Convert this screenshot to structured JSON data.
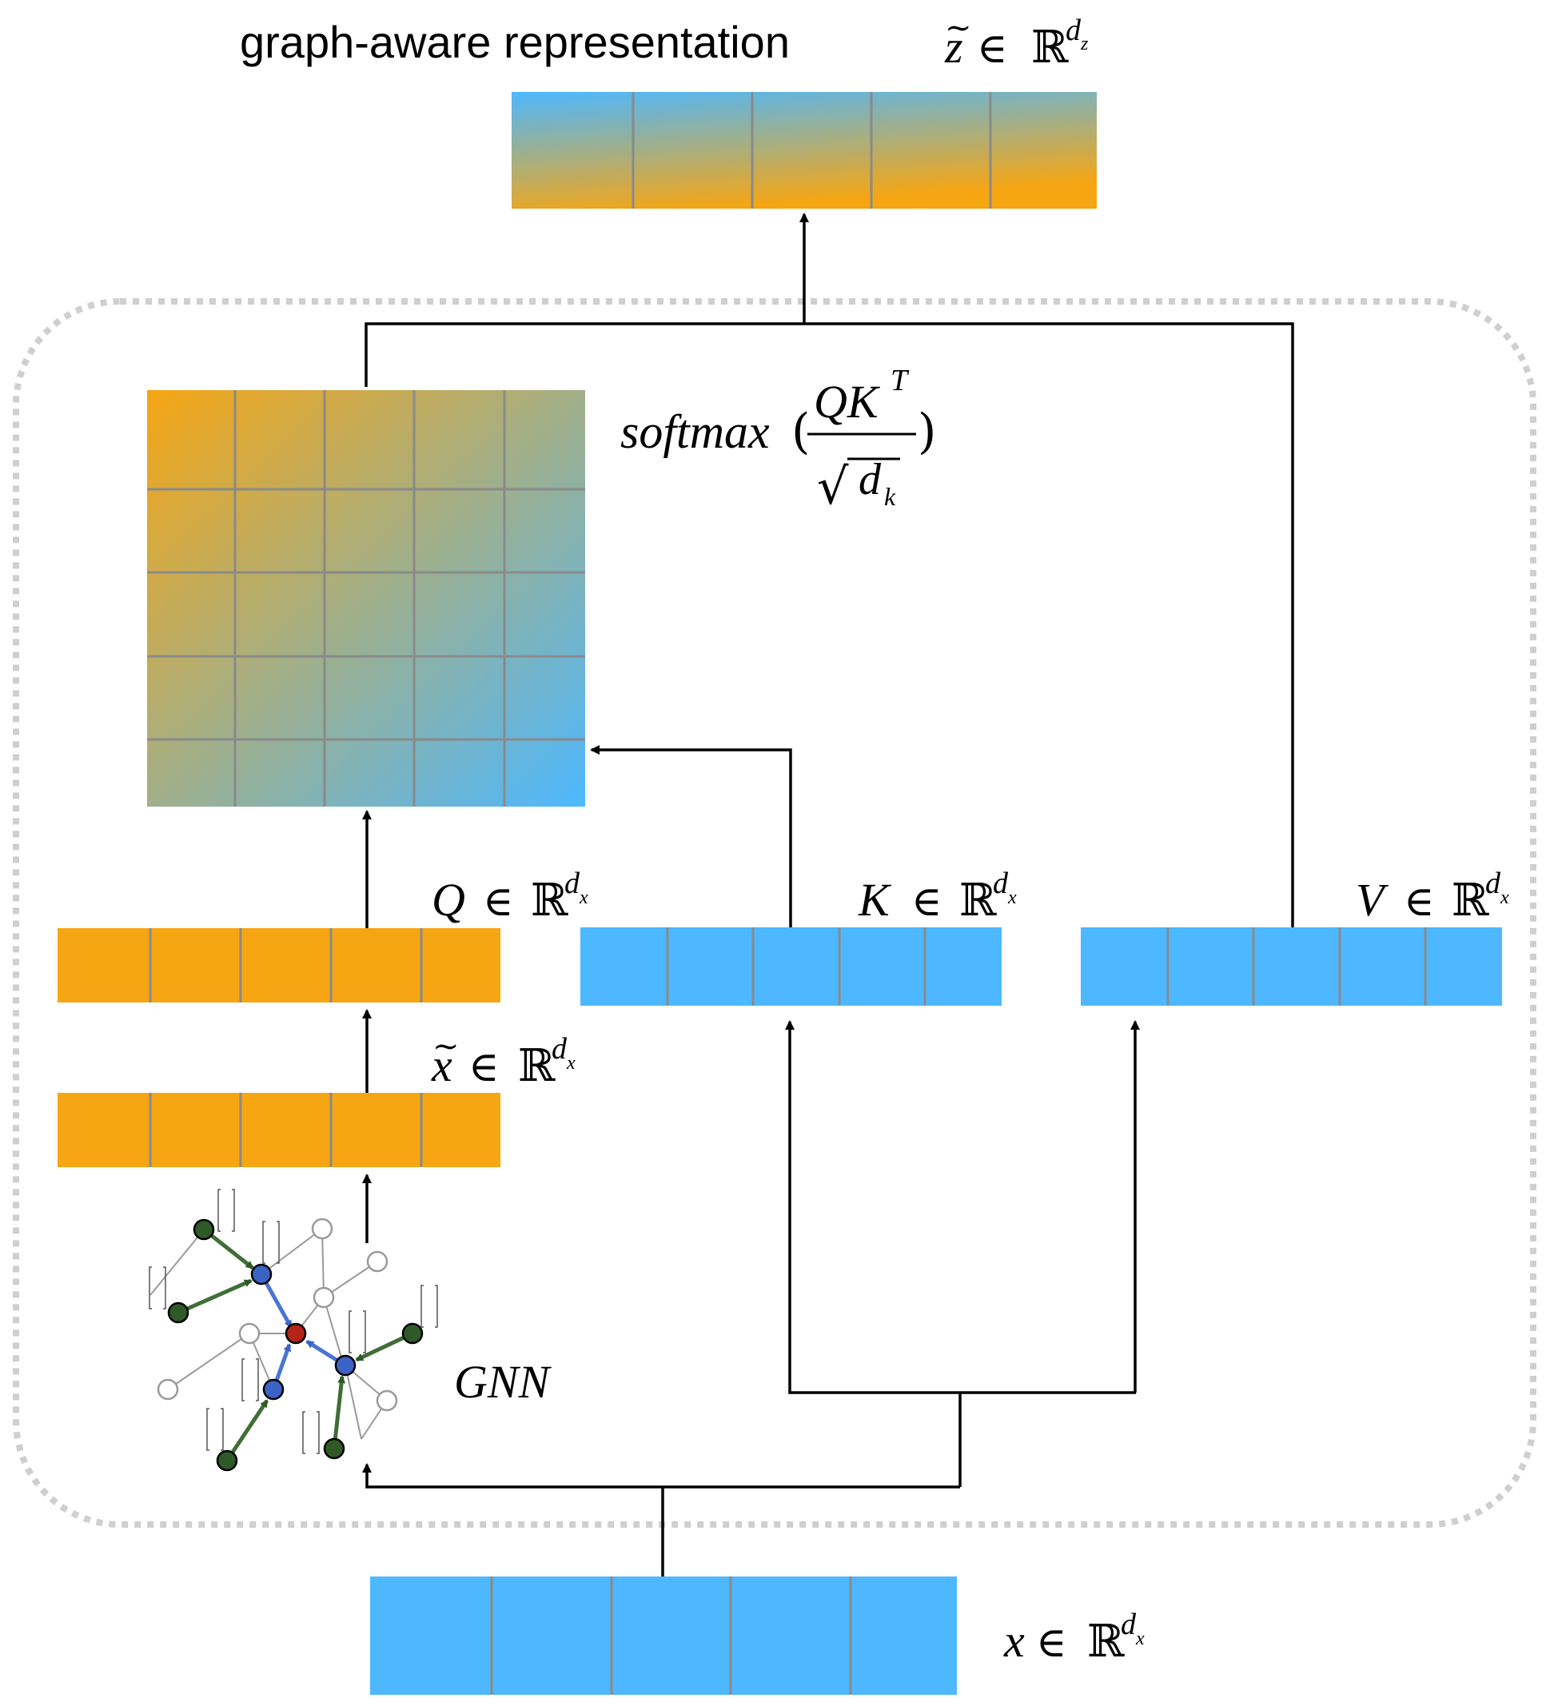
{
  "title": "graph-aware representation",
  "labels": {
    "z_base": "z",
    "z_tilde": "~",
    "element_of": "∈",
    "reals": "ℝ",
    "d": "d",
    "sub_z": "z",
    "sub_x": "x",
    "sub_k": "k",
    "softmax_word": "softmax",
    "paren_open": "(",
    "paren_close": ")",
    "qk_num": "QK",
    "transpose": "T",
    "sqrt": "√",
    "q_sym": "Q",
    "k_sym": "K",
    "v_sym": "V",
    "x_sym": "x",
    "x_tilde": "~",
    "gnn": "GNN"
  },
  "colors": {
    "orange": "#F6A613",
    "blue": "#4DB8FF",
    "grid": "#8A8A8A",
    "dotted_border": "#CFCFCF",
    "arrow": "#000000",
    "gnn_green": "#2F5A27",
    "gnn_blue": "#3B63C4",
    "gnn_red": "#B22418"
  },
  "icons": {
    "graph_illustration": "gnn-graph-icon"
  }
}
